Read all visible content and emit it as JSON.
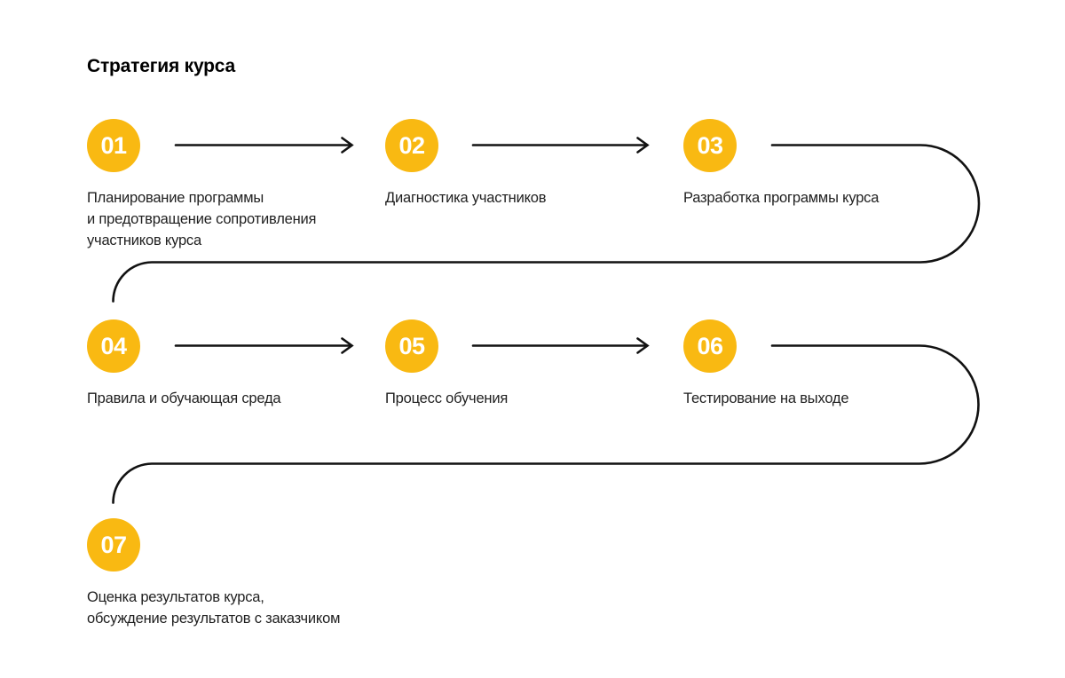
{
  "title": "Стратегия курса",
  "colors": {
    "accent_circle": "#F9B912",
    "line": "#121212",
    "text": "#1F1F1F"
  },
  "steps": [
    {
      "number": "01",
      "label": "Планирование программы\nи предотвращение сопротивления\nучастников курса"
    },
    {
      "number": "02",
      "label": "Диагностика участников"
    },
    {
      "number": "03",
      "label": "Разработка программы курса"
    },
    {
      "number": "04",
      "label": "Правила и обучающая среда"
    },
    {
      "number": "05",
      "label": "Процесс обучения"
    },
    {
      "number": "06",
      "label": "Тестирование на выходе"
    },
    {
      "number": "07",
      "label": "Оценка результатов курса,\nобсуждение результатов с заказчиком"
    }
  ]
}
